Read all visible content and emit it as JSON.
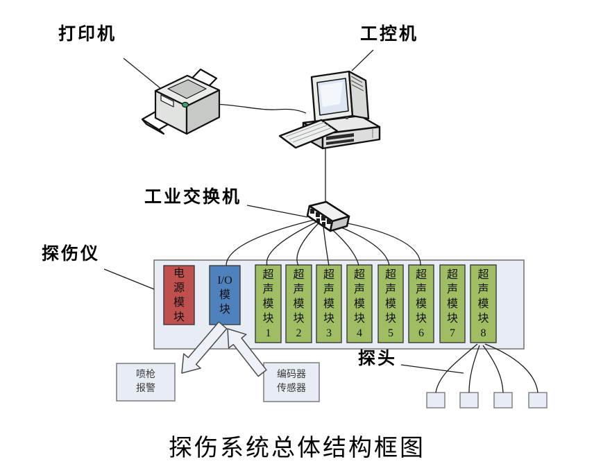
{
  "diagram": {
    "title": "探伤系统总体结构框图",
    "labels": {
      "printer": "打印机",
      "industrial_computer": "工控机",
      "industrial_switch": "工业交换机",
      "flaw_detector": "探伤仪",
      "probe": "探头"
    },
    "detector": {
      "power_module": "电\n源\n模\n块",
      "io_module": "I/O\n模\n块",
      "ultrasonic_modules": [
        "超\n声\n模\n块\n1",
        "超\n声\n模\n块\n2",
        "超\n声\n模\n块\n3",
        "超\n声\n模\n块\n4",
        "超\n声\n模\n块\n5",
        "超\n声\n模\n块\n6",
        "超\n声\n模\n块\n7",
        "超\n声\n模\n块\n8"
      ]
    },
    "peripherals": {
      "spray_gun_alarm": "喷枪\n报警",
      "encoder_sensor": "编码器\n传感器"
    },
    "probes": {
      "count": 4
    },
    "colors": {
      "chassis_fill": "#E8ECF5",
      "power_module_fill": "#C0504D",
      "io_module_fill": "#4F81BD",
      "ultrasonic_module_fill": "#A0BD63",
      "line_color": "#1a1a1a"
    }
  }
}
